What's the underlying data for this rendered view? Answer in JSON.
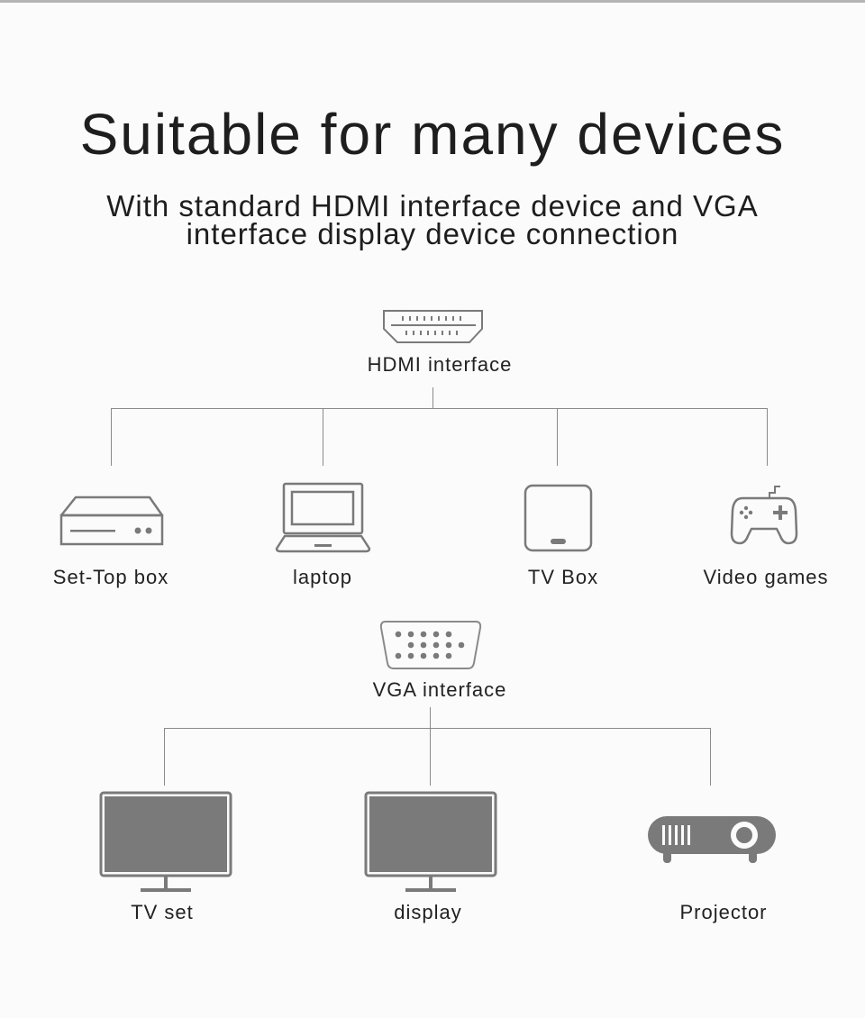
{
  "header": {
    "title": "Suitable for many devices",
    "subtitle_line1": "With standard HDMI interface device and VGA",
    "subtitle_line2": "interface display device connection"
  },
  "hdmi": {
    "label": "HDMI interface",
    "icon": "hdmi-port-icon",
    "devices": [
      {
        "label": "Set-Top box",
        "icon": "set-top-box-icon"
      },
      {
        "label": "laptop",
        "icon": "laptop-icon"
      },
      {
        "label": "TV Box",
        "icon": "tv-box-icon"
      },
      {
        "label": "Video games",
        "icon": "gamepad-icon"
      }
    ]
  },
  "vga": {
    "label": "VGA interface",
    "icon": "vga-port-icon",
    "devices": [
      {
        "label": "TV set",
        "icon": "tv-icon"
      },
      {
        "label": "display",
        "icon": "monitor-icon"
      },
      {
        "label": "Projector",
        "icon": "projector-icon"
      }
    ]
  },
  "colors": {
    "background": "#fbfbfb",
    "icon_gray": "#7a7a7a",
    "line_gray": "#8a8a8a",
    "text": "#222222"
  }
}
